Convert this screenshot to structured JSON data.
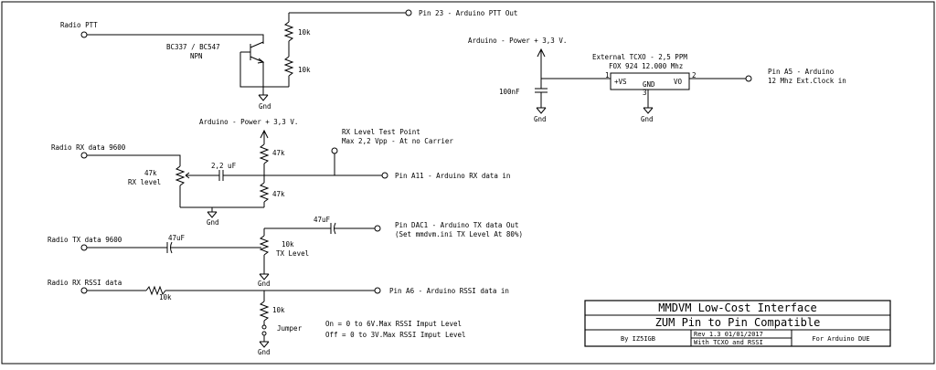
{
  "labels": {
    "radio_ptt": "Radio PTT",
    "transistor": "BC337 / BC547",
    "npn": "NPN",
    "r_10k": "10k",
    "gnd": "Gnd",
    "pin23": "Pin 23 - Arduino PTT Out",
    "arduino_power": "Arduino - Power + 3,3 V.",
    "tcxo_title": "External TCXO - 2,5 PPM",
    "tcxo_part": "FOX 924 12.000 Mhz",
    "tcxo_vs": "+VS",
    "tcxo_gnd": "GND",
    "tcxo_vo": "VO",
    "tcxo_pin1": "1",
    "tcxo_pin2": "2",
    "tcxo_pin3": "3",
    "cap_100nf": "100nF",
    "pin_a5": "Pin A5 - Arduino",
    "pin_a5_sub": "12 Mhz Ext.Clock in",
    "rx_test_point": "RX Level Test Point",
    "rx_test_point_sub": "Max 2,2 Vpp - At no Carrier",
    "radio_rx": "Radio RX data 9600",
    "r_47k": "47k",
    "rx_level": "RX level",
    "cap_2uf": "2,2 uF",
    "pin_a11": "Pin A11 - Arduino RX data in",
    "cap_47uf": "47uF",
    "pin_dac1": "Pin DAC1 - Arduino TX data Out",
    "pin_dac1_sub": "(Set mmdvm.ini TX Level At 80%)",
    "radio_tx": "Radio TX data 9600",
    "tx_level": "TX Level",
    "radio_rssi": "Radio RX RSSI data",
    "pin_a6": "Pin A6 - Arduino RSSI data in",
    "jumper": "Jumper",
    "on_text": "On  = 0 to 6V.Max RSSI Imput Level",
    "off_text": "Off = 0 to 3V.Max RSSI Imput Level"
  },
  "title_block": {
    "title": "MMDVM Low-Cost Interface",
    "subtitle": "ZUM Pin to Pin Compatible",
    "author": "By IZ5IGB",
    "rev": "Rev 1.3 01/01/2017",
    "with": "With TCXO and RSSI",
    "for": "For Arduino DUE"
  }
}
